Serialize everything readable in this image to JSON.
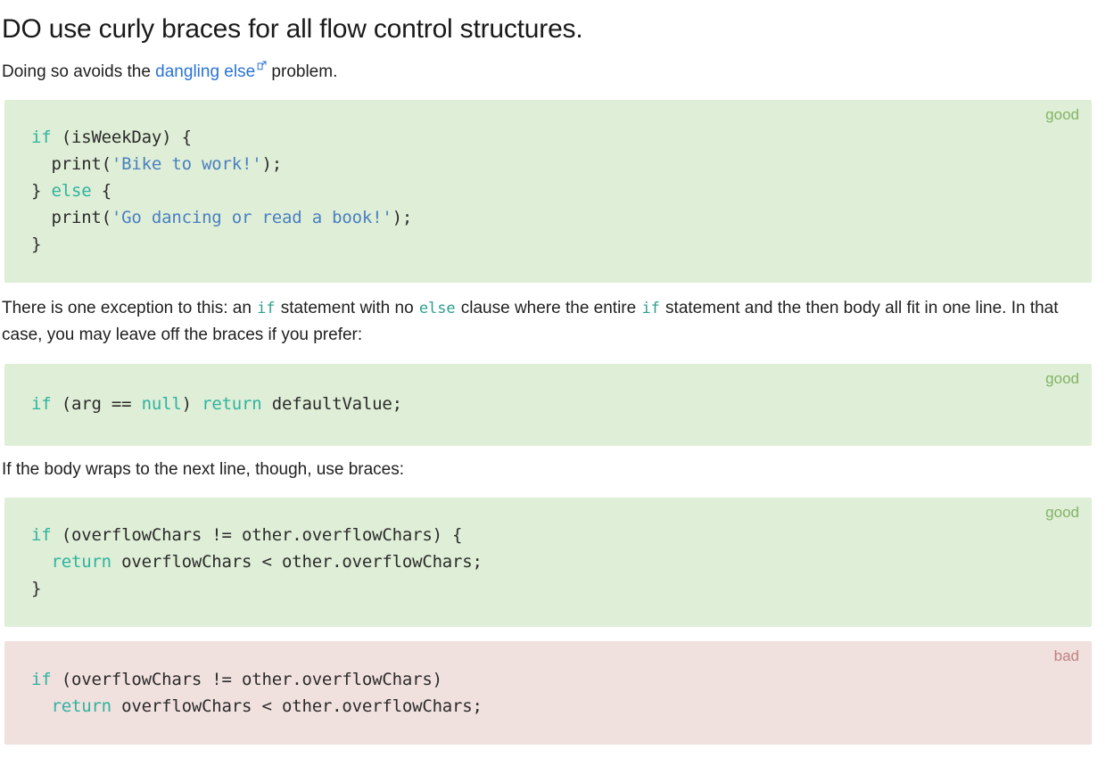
{
  "heading": "DO use curly braces for all flow control structures.",
  "intro": {
    "before_link": "Doing so avoids the ",
    "link_text": "dangling else",
    "link_icon": "external-link-icon",
    "after_link": " problem."
  },
  "exception_paragraph": {
    "part1": "There is one exception to this: an ",
    "code1": "if",
    "part2": " statement with no ",
    "code2": "else",
    "part3": " clause where the entire ",
    "code3": "if",
    "part4": " statement and the then body all fit in one line. In that case, you may leave off the braces if you prefer:"
  },
  "wrap_paragraph": "If the body wraps to the next line, though, use braces:",
  "labels": {
    "good": "good",
    "bad": "bad"
  },
  "colors": {
    "good_background": "#dfeed6",
    "bad_background": "#f0e0de",
    "good_label": "#82b366",
    "bad_label": "#c08081",
    "keyword": "#2fb3a0",
    "string": "#4a7fc1",
    "code_text": "#2b2b2b",
    "link": "#2a73d6",
    "page_background": "#ffffff",
    "body_text": "#1f1f1f"
  },
  "code_blocks": [
    {
      "id": "code-block-1",
      "quality": "good",
      "label": "good",
      "language": "dart",
      "lines": [
        [
          {
            "t": "if",
            "c": "kw"
          },
          {
            "t": " (isWeekDay) {",
            "c": "pl"
          }
        ],
        [
          {
            "t": "  print(",
            "c": "pl"
          },
          {
            "t": "'Bike to work!'",
            "c": "str"
          },
          {
            "t": ");",
            "c": "pl"
          }
        ],
        [
          {
            "t": "} ",
            "c": "pl"
          },
          {
            "t": "else",
            "c": "kw"
          },
          {
            "t": " {",
            "c": "pl"
          }
        ],
        [
          {
            "t": "  print(",
            "c": "pl"
          },
          {
            "t": "'Go dancing or read a book!'",
            "c": "str"
          },
          {
            "t": ");",
            "c": "pl"
          }
        ],
        [
          {
            "t": "}",
            "c": "pl"
          }
        ]
      ]
    },
    {
      "id": "code-block-2",
      "quality": "good",
      "label": "good",
      "language": "dart",
      "lines": [
        [
          {
            "t": "if",
            "c": "kw"
          },
          {
            "t": " (arg == ",
            "c": "pl"
          },
          {
            "t": "null",
            "c": "kw"
          },
          {
            "t": ") ",
            "c": "pl"
          },
          {
            "t": "return",
            "c": "kw"
          },
          {
            "t": " defaultValue;",
            "c": "pl"
          }
        ]
      ]
    },
    {
      "id": "code-block-3",
      "quality": "good",
      "label": "good",
      "language": "dart",
      "lines": [
        [
          {
            "t": "if",
            "c": "kw"
          },
          {
            "t": " (overflowChars != other.overflowChars) {",
            "c": "pl"
          }
        ],
        [
          {
            "t": "  ",
            "c": "pl"
          },
          {
            "t": "return",
            "c": "kw"
          },
          {
            "t": " overflowChars < other.overflowChars;",
            "c": "pl"
          }
        ],
        [
          {
            "t": "}",
            "c": "pl"
          }
        ]
      ]
    },
    {
      "id": "code-block-4",
      "quality": "bad",
      "label": "bad",
      "language": "dart",
      "lines": [
        [
          {
            "t": "if",
            "c": "kw"
          },
          {
            "t": " (overflowChars != other.overflowChars)",
            "c": "pl"
          }
        ],
        [
          {
            "t": "  ",
            "c": "pl"
          },
          {
            "t": "return",
            "c": "kw"
          },
          {
            "t": " overflowChars < other.overflowChars;",
            "c": "pl"
          }
        ]
      ]
    }
  ]
}
